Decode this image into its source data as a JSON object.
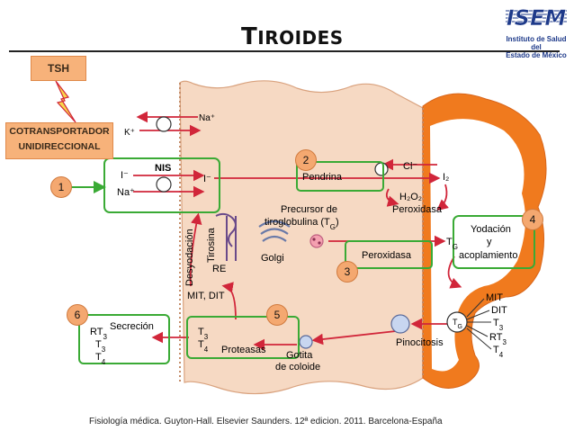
{
  "title": {
    "initial": "T",
    "rest": "IROIDES"
  },
  "tsh": "TSH",
  "cotransportador": {
    "line1": "COTRANSPORTADOR",
    "line2": "UNIDIRECCIONAL"
  },
  "numbers": [
    "1",
    "2",
    "3",
    "4",
    "5",
    "6"
  ],
  "logo": {
    "text": "ISEM",
    "sub1": "Instituto de Salud del",
    "sub2": "Estado de México"
  },
  "labels": {
    "na_top": "Na⁺",
    "k_plus": "K⁺",
    "nis": "NIS",
    "i_minus_in": "I⁻",
    "na_in": "Na⁺",
    "i_minus_mid": "I⁻",
    "pendrina": "Pendrina",
    "cl_minus": "Cl⁻",
    "i2": "I₂",
    "h2o2": "H₂O₂",
    "peroxidasa_top": "Peroxidasa",
    "precursor1": "Precursor de",
    "precursor2": "tiroglobulina (T",
    "precursor_sub": "G",
    "precursor_end": ")",
    "tg": "T",
    "tg_sub": "G",
    "peroxidasa_mid": "Peroxidasa",
    "yodacion1": "Yodación",
    "yodacion2": "y",
    "yodacion3": "acoplamiento",
    "desyodacion": "Desyodación",
    "tirosina": "Tirosina",
    "re": "RE",
    "golgi": "Golgi",
    "mit_dit": "MIT, DIT",
    "t3": "T",
    "t3_sub": "3",
    "t4": "T",
    "t4_sub": "4",
    "proteasas": "Proteasas",
    "gotita1": "Gotita",
    "gotita2": "de coloide",
    "pinocitosis": "Pinocitosis",
    "secrecion": "Secreción",
    "rt3": "RT",
    "rt3_sub": "3",
    "sec_t3": "T",
    "sec_t3_sub": "3",
    "sec_t4": "T",
    "sec_t4_sub": "4",
    "col_mit": "MIT",
    "col_dit": "DIT",
    "col_t3": "T",
    "col_t3_sub": "3",
    "col_rt3": "RT",
    "col_rt3_sub": "3",
    "col_t4": "T",
    "col_t4_sub": "4",
    "col_tg": "T",
    "col_tg_sub": "G"
  },
  "footer": "Fisiología médica. Guyton-Hall. Elsevier Saunders. 12ª edicion. 2011. Barcelona-España",
  "colors": {
    "arrow": "#d1263a",
    "box": "#3aaa35",
    "cell": "#f6d9c3",
    "colloid": "#f07a1e",
    "badge": "#f4a870"
  }
}
